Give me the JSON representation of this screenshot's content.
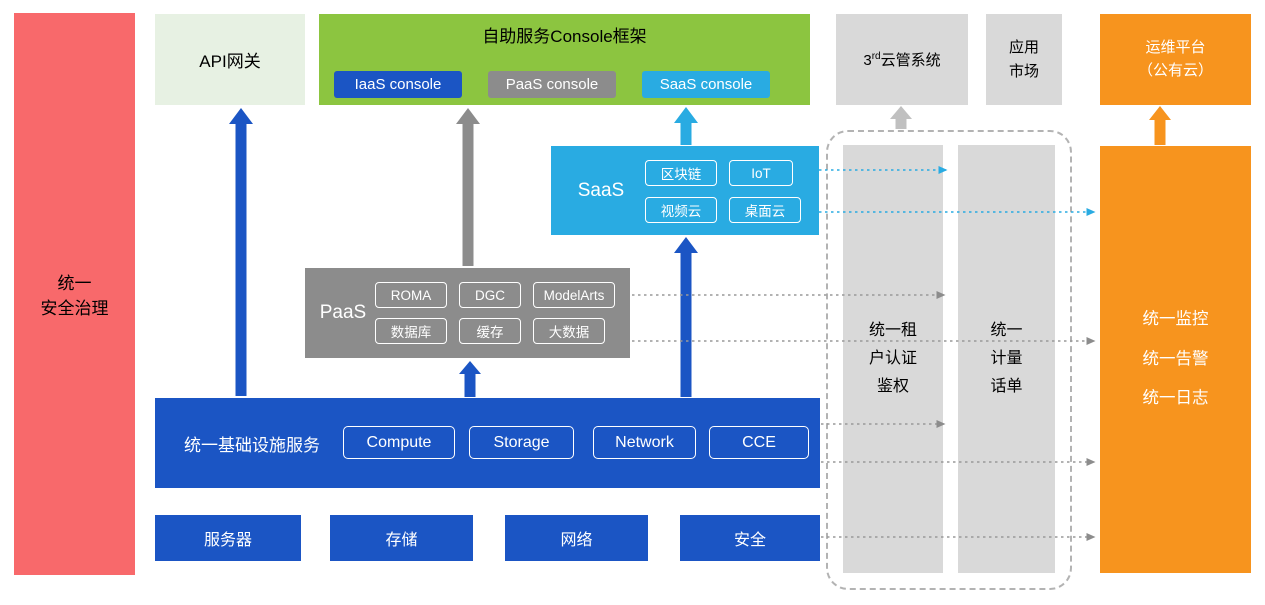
{
  "left_bar": {
    "label": "统一\n安全治理"
  },
  "api_gateway": {
    "label": "API网关"
  },
  "console": {
    "title": "自助服务Console框架",
    "iaas": "IaaS console",
    "paas": "PaaS console",
    "saas": "SaaS console"
  },
  "third_cloud": {
    "num": "3",
    "sup": "rd",
    "rest": "云管系统"
  },
  "app_market": {
    "label": "应用\n市场"
  },
  "om_platform": {
    "label": "运维平台\n（公有云）"
  },
  "saas": {
    "label": "SaaS",
    "items": [
      "区块链",
      "IoT",
      "视频云",
      "桌面云"
    ]
  },
  "paas": {
    "label": "PaaS",
    "items": [
      "ROMA",
      "DGC",
      "ModelArts",
      "数据库",
      "缓存",
      "大数据"
    ]
  },
  "infra": {
    "label": "统一基础设施服务",
    "items": [
      "Compute",
      "Storage",
      "Network",
      "CCE"
    ]
  },
  "foundation": {
    "items": [
      "服务器",
      "存储",
      "网络",
      "安全"
    ]
  },
  "auth_bar": {
    "label": "统一租\n户认证\n鉴权"
  },
  "metering_bar": {
    "label": "统一\n计量\n话单"
  },
  "monitor_bar": {
    "label": "统一监控\n统一告警\n统一日志"
  },
  "colors": {
    "red": "#F8696B",
    "light_green": "#E7F1E3",
    "green": "#8CC540",
    "blue": "#1B55C4",
    "gray": "#8C8C8C",
    "light_gray": "#D9D9D9",
    "cyan": "#29ABE2",
    "orange": "#F7941E"
  }
}
